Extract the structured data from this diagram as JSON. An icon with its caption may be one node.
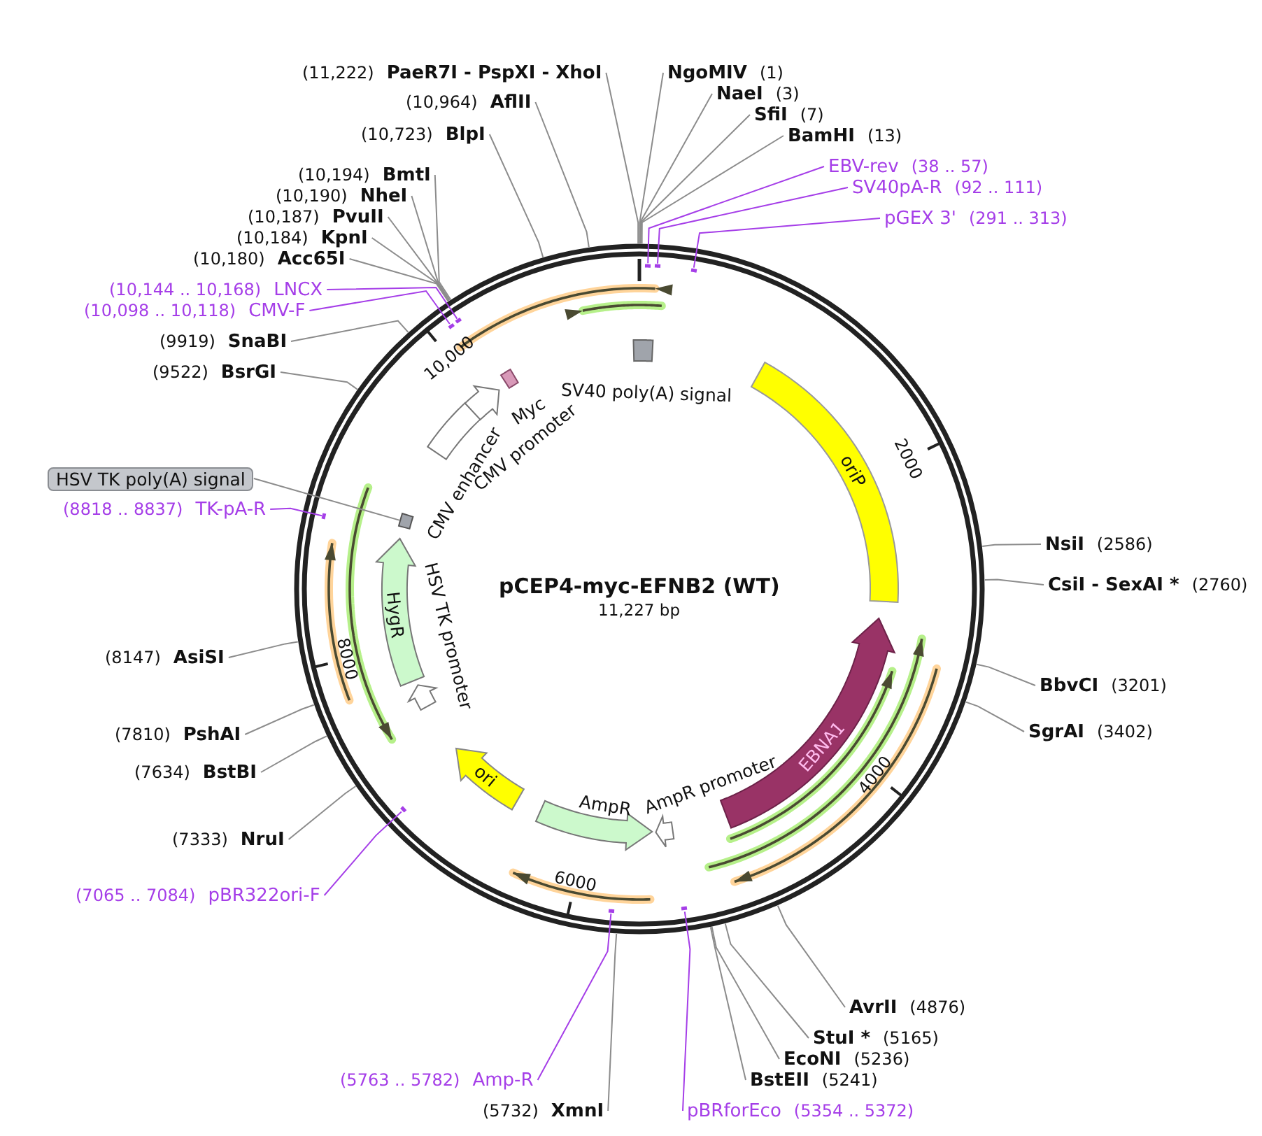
{
  "diagram": {
    "title": "pCEP4-myc-EFNB2 (WT)",
    "nodes": [
      {
        "text": [
          "(11,222)",
          "PaeR7I - PspXI - XhoI"
        ]
      },
      {
        "text": [
          "(10,964)",
          "AflII"
        ]
      },
      {
        "text": [
          "(10,723)",
          "BlpI"
        ]
      },
      {
        "text": [
          "(10,194)",
          "BmtI"
        ]
      },
      {
        "text": [
          "(10,190)",
          "NheI"
        ]
      },
      {
        "text": [
          "(10,187)",
          "PvuII"
        ]
      },
      {
        "text": [
          "(10,184)",
          "KpnI"
        ]
      },
      {
        "text": [
          "(10,180)",
          "Acc65I"
        ]
      },
      {
        "text": [
          "(10,144 .. 10,168)",
          "LNCX"
        ]
      },
      {
        "text": [
          "(10,098 .. 10,118)",
          "CMV-F"
        ]
      },
      {
        "text": [
          "(9919)",
          "SnaBI"
        ]
      },
      {
        "text": [
          "(9522)",
          "BsrGI"
        ]
      },
      {
        "text": [
          "HSV TK poly(A) signal"
        ]
      },
      {
        "text": [
          "(8818 .. 8837)",
          "TK-pA-R"
        ]
      },
      {
        "text": [
          "(8147)",
          "AsiSI"
        ]
      },
      {
        "text": [
          "(7810)",
          "PshAI"
        ]
      },
      {
        "text": [
          "(7634)",
          "BstBI"
        ]
      },
      {
        "text": [
          "(7333)",
          "NruI"
        ]
      },
      {
        "text": [
          "(7065 .. 7084)",
          "pBR322ori-F"
        ]
      },
      {
        "text": [
          "(5763 .. 5782)",
          "Amp-R"
        ]
      },
      {
        "text": [
          "(5732)",
          "XmnI"
        ]
      },
      {
        "text": [
          "NgoMIV",
          "(1)"
        ]
      },
      {
        "text": [
          "NaeI",
          "(3)"
        ]
      },
      {
        "text": [
          "SfiI",
          "(7)"
        ]
      },
      {
        "text": [
          "BamHI",
          "(13)"
        ]
      },
      {
        "text": [
          "EBV-rev",
          "(38 .. 57)"
        ]
      },
      {
        "text": [
          "SV40pA-R",
          "(92 .. 111)"
        ]
      },
      {
        "text": [
          "pGEX 3'",
          "(291 .. 313)"
        ]
      },
      {
        "text": [
          "NsiI",
          "(2586)"
        ]
      },
      {
        "text": [
          "CsiI - SexAI *",
          "(2760)"
        ]
      },
      {
        "text": [
          "BbvCI",
          "(3201)"
        ]
      },
      {
        "text": [
          "SgrAI",
          "(3402)"
        ]
      },
      {
        "text": [
          "AvrII",
          "(4876)"
        ]
      },
      {
        "text": [
          "StuI *",
          "(5165)"
        ]
      },
      {
        "text": [
          "EcoNI",
          "(5236)"
        ]
      },
      {
        "text": [
          "BstEII",
          "(5241)"
        ]
      },
      {
        "text": [
          "pBRforEco",
          "(5354 .. 5372)"
        ]
      },
      {
        "text": [
          "SV40 poly(A) signal"
        ]
      },
      {
        "text": [
          "oriP"
        ]
      },
      {
        "text": [
          "EBNA1"
        ]
      },
      {
        "text": [
          "AmpR promoter"
        ]
      },
      {
        "text": [
          "AmpR"
        ]
      },
      {
        "text": [
          "ori"
        ]
      },
      {
        "text": [
          "HSV TK promoter"
        ]
      },
      {
        "text": [
          "HygR"
        ]
      },
      {
        "text": [],
        "shape": "box"
      },
      {
        "text": [
          "CMV enhancer"
        ]
      },
      {
        "text": [
          "CMV promoter"
        ]
      },
      {
        "text": [
          "Myc"
        ]
      },
      {
        "text": [],
        "shape": "bar"
      },
      {
        "text": [],
        "shape": "bar"
      },
      {
        "text": [],
        "shape": "bar"
      },
      {
        "text": [],
        "shape": "bar"
      },
      {
        "text": [],
        "shape": "bar"
      },
      {
        "text": [],
        "shape": "bar"
      },
      {
        "text": [],
        "shape": "bar"
      },
      {
        "text": [],
        "shape": "bar"
      },
      {
        "text": [],
        "shape": "bar"
      }
    ],
    "edges": [
      {
        "from": 0,
        "to": null,
        "arrow": "none"
      },
      {
        "from": 1,
        "to": null,
        "arrow": "none"
      },
      {
        "from": 2,
        "to": null,
        "arrow": "none"
      },
      {
        "from": 3,
        "to": null,
        "arrow": "none"
      },
      {
        "from": 4,
        "to": null,
        "arrow": "none"
      },
      {
        "from": 5,
        "to": null,
        "arrow": "none"
      },
      {
        "from": 6,
        "to": null,
        "arrow": "none"
      },
      {
        "from": 7,
        "to": null,
        "arrow": "none"
      },
      {
        "from": 8,
        "to": 49,
        "arrow": "none",
        "color": "#a53ee8"
      },
      {
        "from": 9,
        "to": 50,
        "arrow": "none",
        "color": "#a53ee8"
      },
      {
        "from": 10,
        "to": null,
        "arrow": "none"
      },
      {
        "from": 11,
        "to": null,
        "arrow": "none"
      },
      {
        "from": 12,
        "to": 45,
        "arrow": "none"
      },
      {
        "from": 13,
        "to": 51,
        "arrow": "none",
        "color": "#a53ee8"
      },
      {
        "from": 14,
        "to": null,
        "arrow": "none"
      },
      {
        "from": 15,
        "to": null,
        "arrow": "none"
      },
      {
        "from": 16,
        "to": null,
        "arrow": "none"
      },
      {
        "from": 17,
        "to": null,
        "arrow": "none"
      },
      {
        "from": 18,
        "to": 52,
        "arrow": "none",
        "color": "#a53ee8"
      },
      {
        "from": 19,
        "to": 53,
        "arrow": "none",
        "color": "#a53ee8"
      },
      {
        "from": 20,
        "to": null,
        "arrow": "none"
      },
      {
        "from": 21,
        "to": null,
        "arrow": "none"
      },
      {
        "from": 22,
        "to": null,
        "arrow": "none"
      },
      {
        "from": 23,
        "to": null,
        "arrow": "none"
      },
      {
        "from": 24,
        "to": null,
        "arrow": "none"
      },
      {
        "from": 25,
        "to": 54,
        "arrow": "none",
        "color": "#a53ee8"
      },
      {
        "from": 26,
        "to": 55,
        "arrow": "none",
        "color": "#a53ee8"
      },
      {
        "from": 27,
        "to": 56,
        "arrow": "none",
        "color": "#a53ee8"
      },
      {
        "from": 28,
        "to": null,
        "arrow": "none"
      },
      {
        "from": 29,
        "to": null,
        "arrow": "none"
      },
      {
        "from": 30,
        "to": null,
        "arrow": "none"
      },
      {
        "from": 31,
        "to": null,
        "arrow": "none"
      },
      {
        "from": 32,
        "to": null,
        "arrow": "none"
      },
      {
        "from": 33,
        "to": null,
        "arrow": "none"
      },
      {
        "from": 34,
        "to": null,
        "arrow": "none"
      },
      {
        "from": 35,
        "to": null,
        "arrow": "none"
      },
      {
        "from": 36,
        "to": 57,
        "arrow": "none",
        "color": "#a53ee8"
      }
    ],
    "labels": [
      "2000",
      "4000",
      "6000",
      "8000",
      "10,000",
      "11,227 bp"
    ]
  }
}
